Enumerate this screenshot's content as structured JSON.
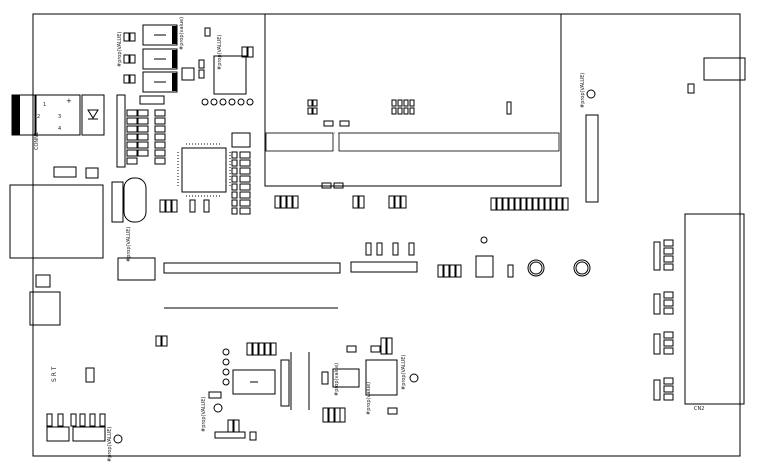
{
  "board": {
    "placeholder_value": "#prop(VALUE)",
    "placeholder_value_lower": "#prop(value)",
    "connector_j_label": "CONN1",
    "sat_label": "S R T",
    "pin_numbers": [
      "1",
      "2",
      "3",
      "4"
    ],
    "polarity_plus": "+",
    "bottom_right_conn": "CN2"
  },
  "colors": {
    "outline": "#000000",
    "background": "#ffffff"
  }
}
